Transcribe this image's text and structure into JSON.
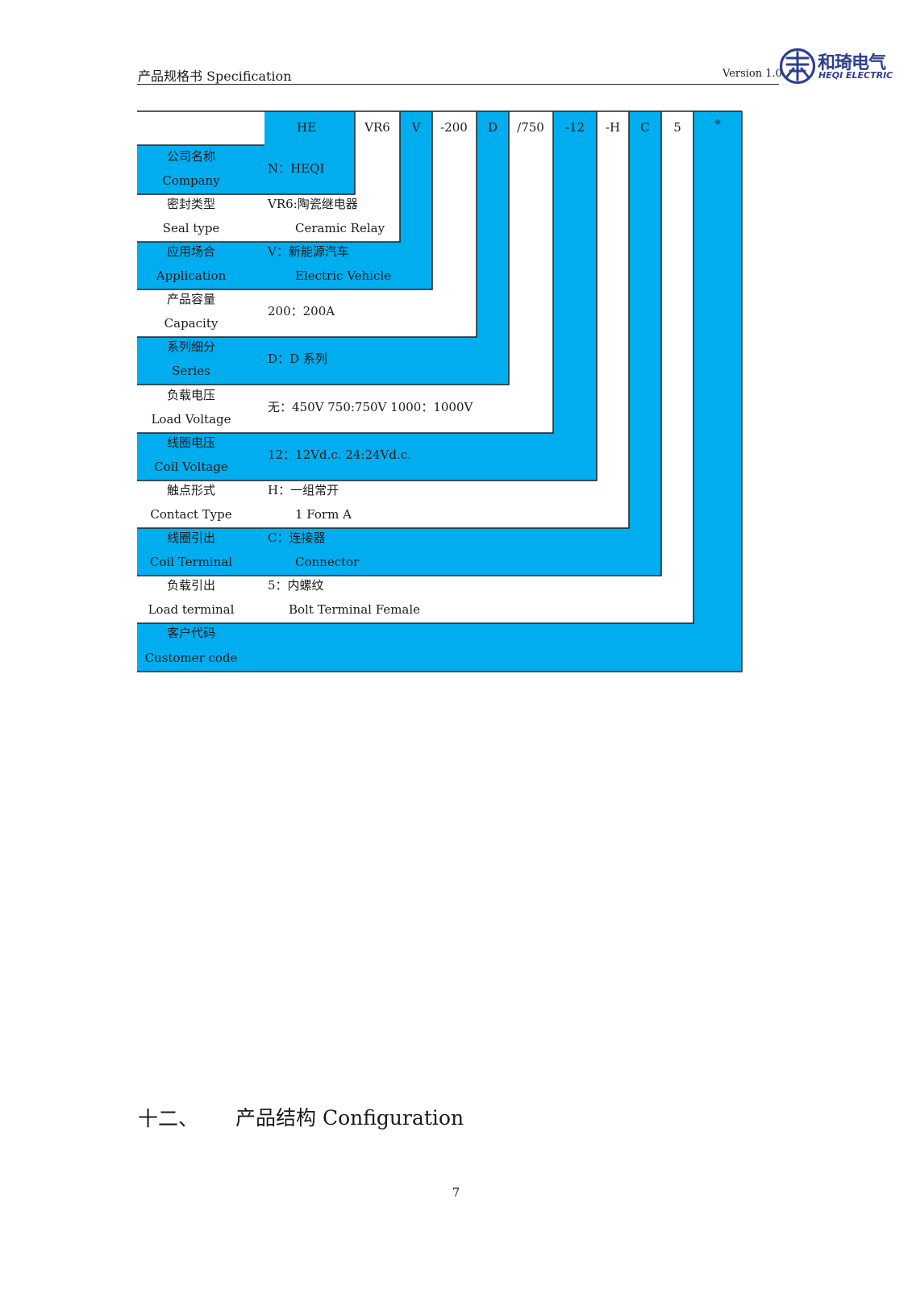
{
  "header": {
    "doc_title": "产品规格书 Specification",
    "version": "Version 1.0",
    "brand_cn": "和琦电气",
    "brand_en": "HEQI ELECTRIC"
  },
  "code_parts": [
    "HE",
    "VR6",
    "V",
    "-200",
    "D",
    "/750",
    "-12",
    "-H",
    "C",
    "5",
    "*"
  ],
  "rows": [
    {
      "cn": "公司名称",
      "en": "Company",
      "val1": "N：HEQI",
      "val2": ""
    },
    {
      "cn": "密封类型",
      "en": "Seal type",
      "val1": "VR6:陶瓷继电器",
      "val2": "Ceramic Relay"
    },
    {
      "cn": "应用场合",
      "en": "Application",
      "val1": "V：新能源汽车",
      "val2": "Electric Vehicle"
    },
    {
      "cn": "产品容量",
      "en": "Capacity",
      "val1": "200：200A",
      "val2": ""
    },
    {
      "cn": "系列细分",
      "en": "Series",
      "val1": "D：D 系列",
      "val2": ""
    },
    {
      "cn": "负载电压",
      "en": "Load Voltage",
      "val1": "无：450V 750:750V 1000：1000V",
      "val2": ""
    },
    {
      "cn": "线圈电压",
      "en": "Coil Voltage",
      "val1": "12：12Vd.c. 24:24Vd.c.",
      "val2": ""
    },
    {
      "cn": "触点形式",
      "en": "Contact Type",
      "val1": "H：一组常开",
      "val2": "1 Form A"
    },
    {
      "cn": "线圈引出",
      "en": "Coil Terminal",
      "val1": "C：连接器",
      "val2": "Connector"
    },
    {
      "cn": "负载引出",
      "en": "Load terminal",
      "val1": "5：内螺纹",
      "val2": "Bolt Terminal Female"
    },
    {
      "cn": "客户代码",
      "en": "Customer code",
      "val1": "",
      "val2": ""
    }
  ],
  "section": {
    "number": "十二、",
    "title": "产品结构 Configuration"
  },
  "page_number": "7"
}
